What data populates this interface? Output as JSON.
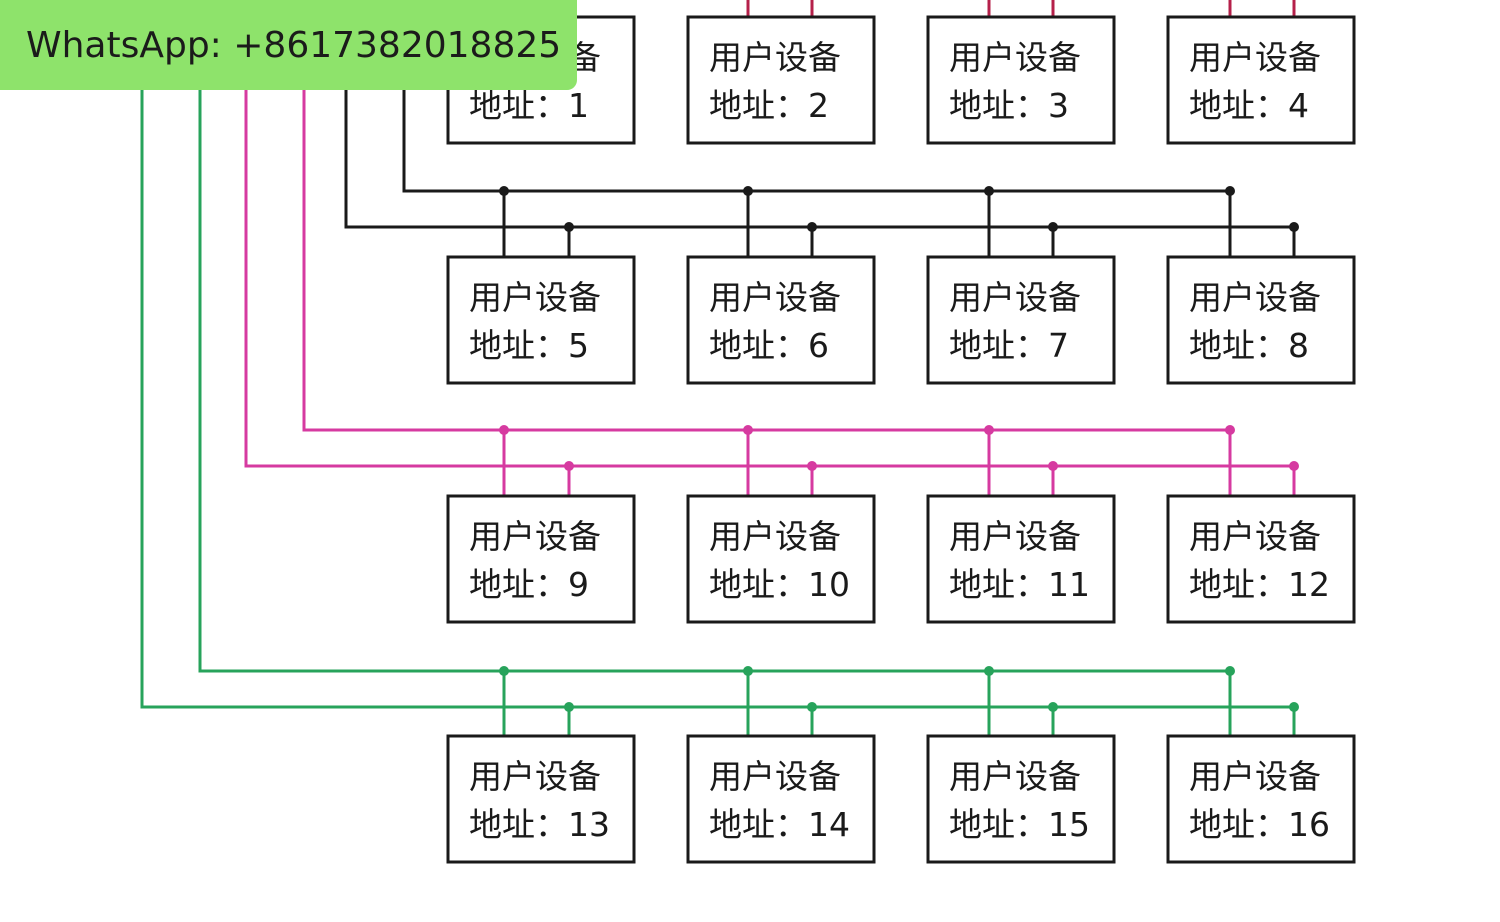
{
  "banner": {
    "text": "WhatsApp: +8617382018825",
    "color": "#8ee36b"
  },
  "device_label": "用户设备",
  "address_prefix": "地址：",
  "buses": [
    {
      "name": "bus-black",
      "color": "#1a1a1a"
    },
    {
      "name": "bus-magenta",
      "color": "#d63aa0"
    },
    {
      "name": "bus-green",
      "color": "#27a35b"
    }
  ],
  "top_feed_color": "#b5204a",
  "devices": [
    {
      "address": "1"
    },
    {
      "address": "2"
    },
    {
      "address": "3"
    },
    {
      "address": "4"
    },
    {
      "address": "5"
    },
    {
      "address": "6"
    },
    {
      "address": "7"
    },
    {
      "address": "8"
    },
    {
      "address": "9"
    },
    {
      "address": "10"
    },
    {
      "address": "11"
    },
    {
      "address": "12"
    },
    {
      "address": "13"
    },
    {
      "address": "14"
    },
    {
      "address": "15"
    },
    {
      "address": "16"
    }
  ]
}
